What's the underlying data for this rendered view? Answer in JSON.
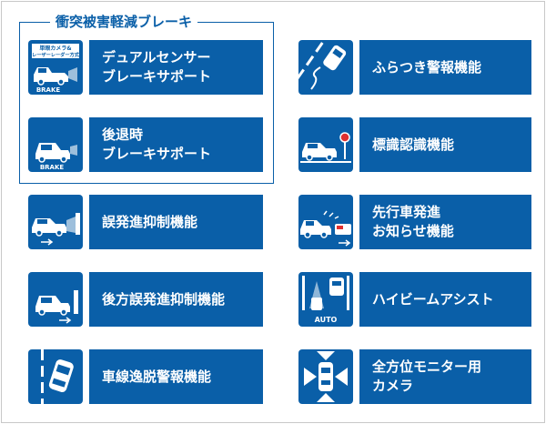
{
  "group": {
    "title": "衝突被害軽減ブレーキ"
  },
  "features": {
    "dual_sensor": {
      "line1": "デュアルセンサー",
      "line2": "ブレーキサポート",
      "icon_caption": "単眼カメラ&",
      "icon_caption2": "レーザーレーダー方式",
      "badge": "BRAKE"
    },
    "rear_brake": {
      "line1": "後退時",
      "line2": "ブレーキサポート",
      "badge": "BRAKE"
    },
    "mis_start": {
      "line1": "誤発進抑制機能"
    },
    "rear_mis_start": {
      "line1": "後方誤発進抑制機能"
    },
    "lane_departure": {
      "line1": "車線逸脱警報機能"
    },
    "wobble_warning": {
      "line1": "ふらつき警報機能"
    },
    "sign_recognition": {
      "line1": "標識認識機能"
    },
    "lead_car_start": {
      "line1": "先行車発進",
      "line2": "お知らせ機能"
    },
    "high_beam": {
      "line1": "ハイビームアシスト",
      "badge": "AUTO"
    },
    "monitor": {
      "line1": "全方位モニター用",
      "line2": "カメラ"
    }
  },
  "colors": {
    "accent": "#0a5fa8",
    "text_on_accent": "#ffffff",
    "border": "#c8c8c8"
  }
}
